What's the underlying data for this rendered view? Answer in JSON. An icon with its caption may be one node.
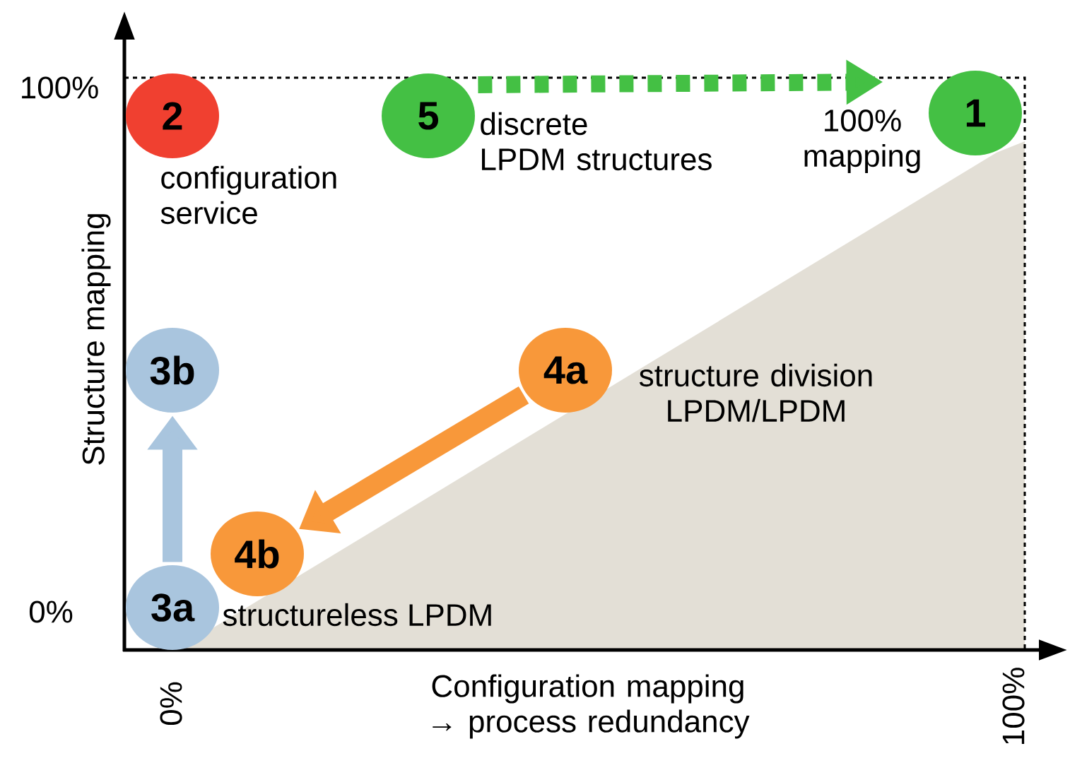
{
  "diagram": {
    "nodes": [
      {
        "text": [
          "2"
        ],
        "beside": [
          "configuration service"
        ]
      },
      {
        "text": [
          "5"
        ],
        "beside": [
          "discrete LPDM structures"
        ]
      },
      {
        "text": [
          "1"
        ],
        "beside": [
          "100% mapping"
        ]
      },
      {
        "text": [
          "3b"
        ]
      },
      {
        "text": [
          "4a"
        ],
        "beside": [
          "structure division LPDM/LPDM"
        ]
      },
      {
        "text": [
          "4b"
        ]
      },
      {
        "text": [
          "3a"
        ],
        "beside": [
          "structureless LPDM"
        ]
      }
    ],
    "edges": [
      {
        "from": 1,
        "to": 2,
        "arrow": "to",
        "style": "dashed",
        "color": "#44c044"
      },
      {
        "from": 6,
        "to": 3,
        "arrow": "to",
        "color": "#a9c5de"
      },
      {
        "from": 4,
        "to": 5,
        "arrow": "to",
        "color": "#f8983a"
      }
    ],
    "labels": [
      "100%",
      "0%",
      "Structure mapping",
      "0%",
      "100%",
      "Configuration mapping → process redundancy"
    ]
  }
}
